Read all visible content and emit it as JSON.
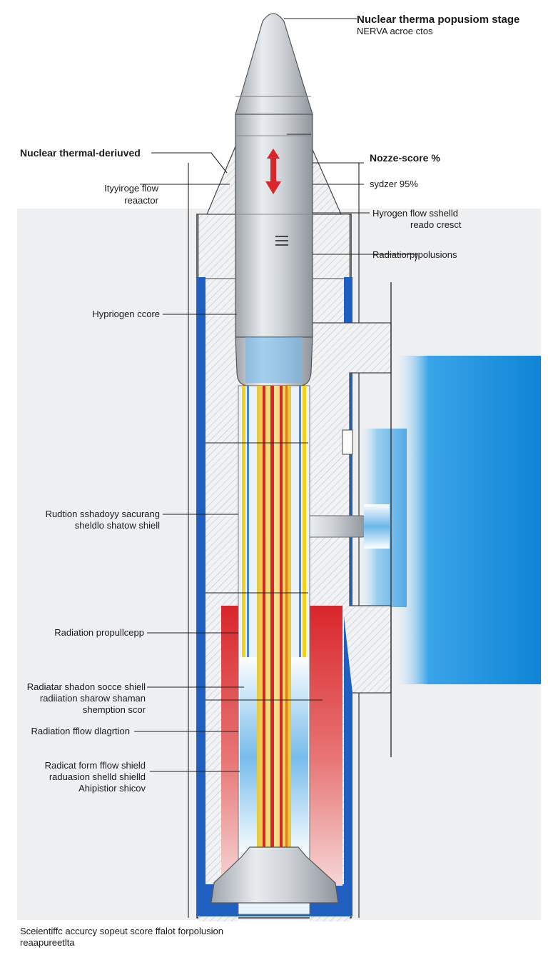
{
  "title": {
    "line1": "Nuclear therma popusiom stage",
    "line2": "NERVA acroe ctos"
  },
  "left_labels": {
    "nuclear_thermal": "Nuclear thermal-deriuved",
    "hydrogen_flow": "Ityyiroge flow",
    "reactor": "reaactor",
    "hydrogen_core": "Hypriogen ccore",
    "radiation_shadow_1": "Rudtion sshadoyy sacurang",
    "radiation_shadow_2": "sheldlo shatow shiell",
    "radiation_propulsion": "Radiation propullcepp",
    "radiator_shadow_1": "Radiatar shadon socce shiell",
    "radiator_shadow_2": "radiiation sharow shaman",
    "radiator_shadow_3": "shemption scor",
    "radiation_flow": "Radiation fflow dlagrtion",
    "radicat_form_1": "Radicat form fflow shield",
    "radicat_form_2": "raduasion shelld shielld",
    "radicat_form_3": "Ahipistior shicov"
  },
  "right_labels": {
    "nozzle_score": "Nozze-score %",
    "sydzer": "sydzer 95%",
    "hydrogen_shield": "Hyrogen flow sshelld",
    "reactor_cresct": "reado cresct",
    "radiation_propulsions": "Radiatiorprpolusions"
  },
  "footer": {
    "line1": "Sceientiffc accurcy sopeut score ffalot forpolusion",
    "line2": "reaapureetlta"
  },
  "icons": {
    "flow_arrow": "red-double-arrow-icon",
    "menu": "hamburger-icon"
  },
  "colors": {
    "shield_blue": "#1f5fbf",
    "hot_core_red": "#d8262b",
    "core_yellow": "#f4d21c",
    "exhaust_blue": "#0f8ad8",
    "metal": "#c9cdd2"
  }
}
